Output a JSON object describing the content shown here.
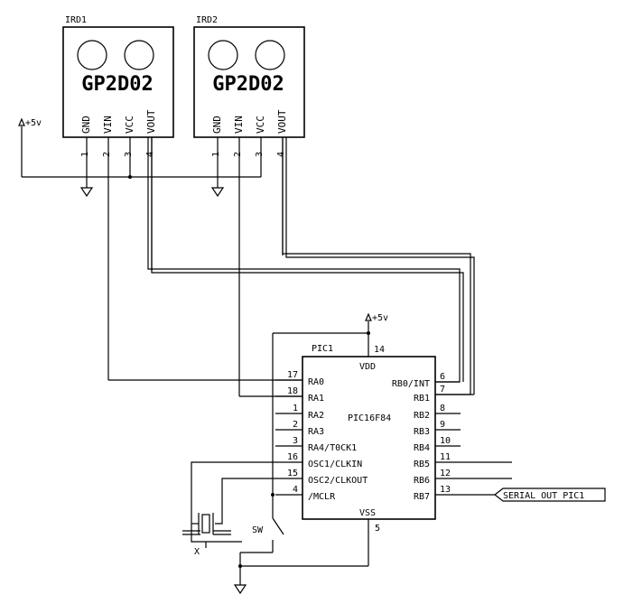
{
  "sensors": [
    {
      "ref": "IRD1",
      "model": "GP2D02",
      "pins": [
        {
          "name": "GND",
          "num": "1"
        },
        {
          "name": "VIN",
          "num": "2"
        },
        {
          "name": "VCC",
          "num": "3"
        },
        {
          "name": "VOUT",
          "num": "4"
        }
      ]
    },
    {
      "ref": "IRD2",
      "model": "GP2D02",
      "pins": [
        {
          "name": "GND",
          "num": "1"
        },
        {
          "name": "VIN",
          "num": "2"
        },
        {
          "name": "VCC",
          "num": "3"
        },
        {
          "name": "VOUT",
          "num": "4"
        }
      ]
    }
  ],
  "supply_top": "+5v",
  "supply_pic": "+5v",
  "pic": {
    "ref": "PIC1",
    "part": "PIC16F84",
    "vdd": {
      "name": "VDD",
      "num": "14"
    },
    "vss": {
      "name": "VSS",
      "num": "5"
    },
    "left_pins": [
      {
        "name": "RA0",
        "num": "17"
      },
      {
        "name": "RA1",
        "num": "18"
      },
      {
        "name": "RA2",
        "num": "1"
      },
      {
        "name": "RA3",
        "num": "2"
      },
      {
        "name": "RA4/T0CK1",
        "num": "3"
      },
      {
        "name": "OSC1/CLKIN",
        "num": "16"
      },
      {
        "name": "OSC2/CLKOUT",
        "num": "15"
      },
      {
        "name": "/MCLR",
        "num": "4"
      }
    ],
    "right_pins": [
      {
        "name": "RB0/INT",
        "num": "6"
      },
      {
        "name": "RB1",
        "num": "7"
      },
      {
        "name": "RB2",
        "num": "8"
      },
      {
        "name": "RB3",
        "num": "9"
      },
      {
        "name": "RB4",
        "num": "10"
      },
      {
        "name": "RB5",
        "num": "11"
      },
      {
        "name": "RB6",
        "num": "12"
      },
      {
        "name": "RB7",
        "num": "13"
      }
    ]
  },
  "switch_label": "SW",
  "crystal_label": "X",
  "serial_label": "SERIAL OUT PIC1"
}
